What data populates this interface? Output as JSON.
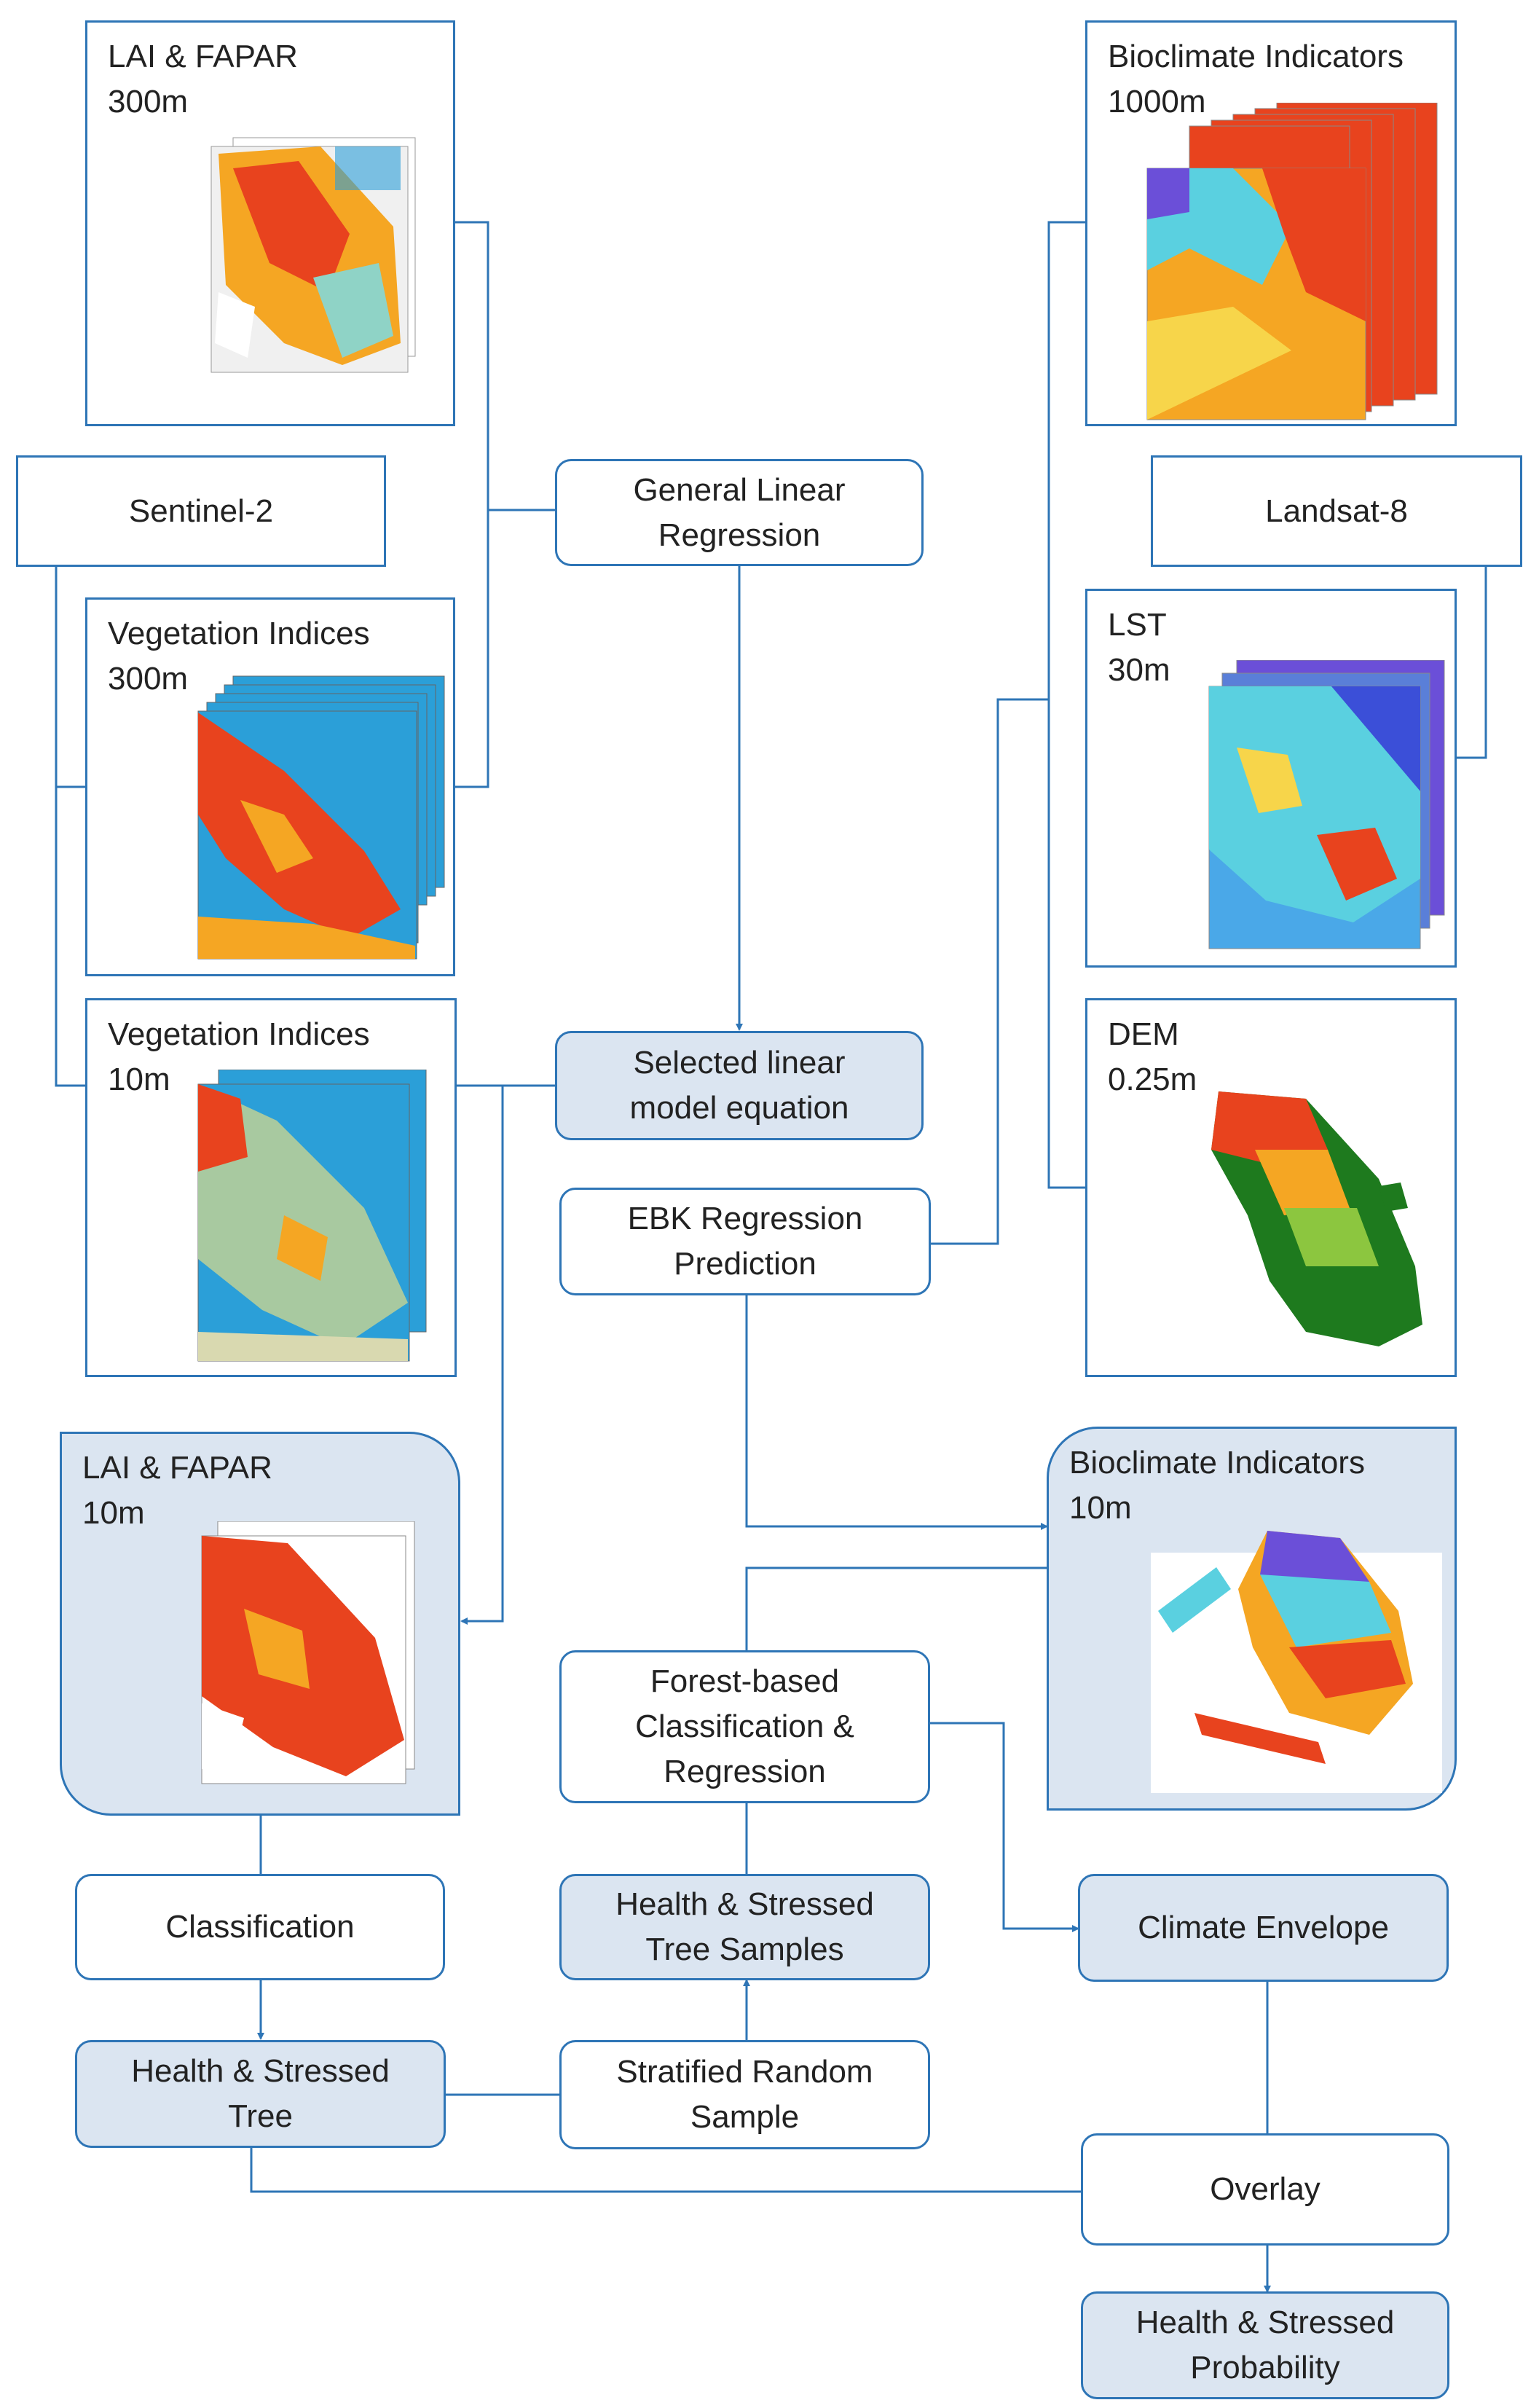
{
  "colors": {
    "line": "#2e75b6",
    "fill": "#dbe5f1",
    "text": "#222222",
    "water": "#2b9fd8",
    "hot": "#e8431e",
    "warm": "#f5a623",
    "cool": "#8fd3c6",
    "dem_high": "#e8431e",
    "dem_low": "#1e7a1e"
  },
  "panels": {
    "lai_300": "LAI & FAPAR\n300m",
    "veg_300": "Vegetation Indices\n300m",
    "veg_10": "Vegetation Indices\n10m",
    "lai_10": "LAI & FAPAR\n10m",
    "bio_1000": "Bioclimate Indicators\n1000m",
    "lst_30": "LST\n30m",
    "dem": "DEM\n0.25m",
    "bio_10": "Bioclimate Indicators\n10m"
  },
  "nodes": {
    "sentinel": "Sentinel-2",
    "landsat": "Landsat-8",
    "glr": "General Linear\nRegression",
    "slme": "Selected linear\nmodel equation",
    "ebk": "EBK Regression\nPrediction",
    "forest": "Forest-based\nClassification &\nRegression",
    "classification": "Classification",
    "samples": "Health & Stressed\nTree Samples",
    "climate": "Climate Envelope",
    "hst": "Health & Stressed\nTree",
    "srs": "Stratified Random\nSample",
    "overlay": "Overlay",
    "prob": "Health & Stressed\nProbability"
  }
}
